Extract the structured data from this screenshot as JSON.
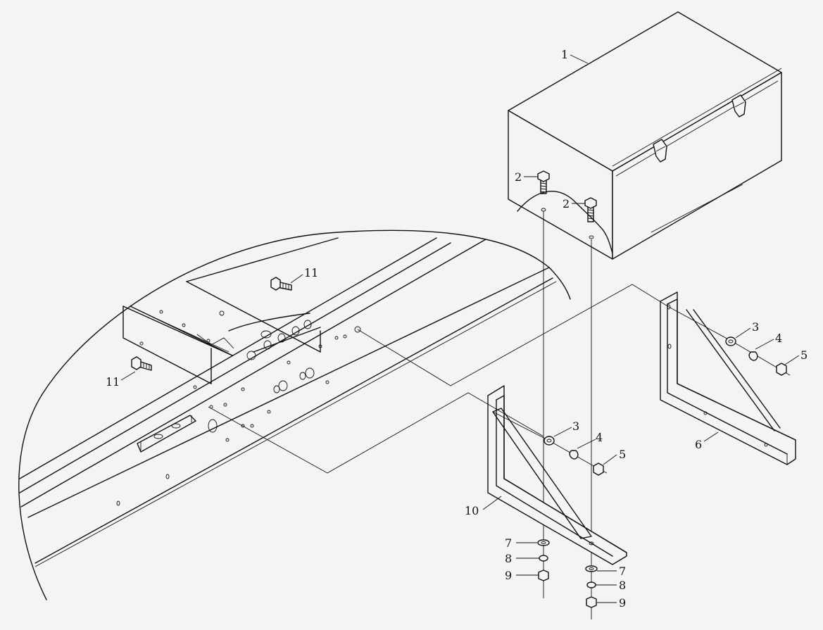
{
  "callouts": [
    {
      "id": "callout-1",
      "text": "1"
    },
    {
      "id": "callout-2a",
      "text": "2"
    },
    {
      "id": "callout-2b",
      "text": "2"
    },
    {
      "id": "callout-11a",
      "text": "11"
    },
    {
      "id": "callout-11b",
      "text": "11"
    },
    {
      "id": "callout-3a",
      "text": "3"
    },
    {
      "id": "callout-4a",
      "text": "4"
    },
    {
      "id": "callout-5a",
      "text": "5"
    },
    {
      "id": "callout-6",
      "text": "6"
    },
    {
      "id": "callout-3b",
      "text": "3"
    },
    {
      "id": "callout-4b",
      "text": "4"
    },
    {
      "id": "callout-5b",
      "text": "5"
    },
    {
      "id": "callout-10",
      "text": "10"
    },
    {
      "id": "callout-7a",
      "text": "7"
    },
    {
      "id": "callout-8a",
      "text": "8"
    },
    {
      "id": "callout-9a",
      "text": "9"
    },
    {
      "id": "callout-7b",
      "text": "7"
    },
    {
      "id": "callout-8b",
      "text": "8"
    },
    {
      "id": "callout-9b",
      "text": "9"
    }
  ]
}
